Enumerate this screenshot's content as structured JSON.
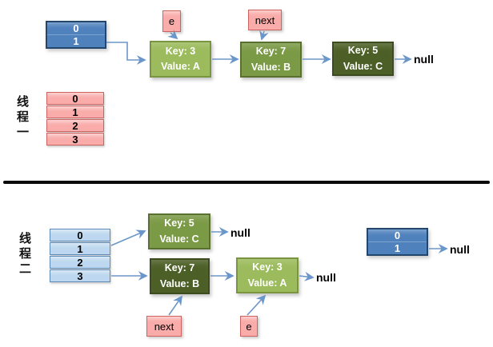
{
  "colors": {
    "dark_blue_fill": "#4f81bd",
    "dark_blue_border": "#24466b",
    "light_blue_fill": "#bcd7ef",
    "light_blue_border": "#5e8ab8",
    "pink_fill": "#f9acaa",
    "pink_border": "#cd6361",
    "green_light_fill": "#9cbb5d",
    "green_light_border": "#7a9540",
    "green_mid_fill": "#7b9a46",
    "green_mid_border": "#5a7030",
    "green_dark_fill": "#4c5f26",
    "green_dark_border": "#3c4c1e",
    "arrow": "#6b96c9",
    "divider": "#0a0a0a",
    "text_light": "#ffffff",
    "text_dark": "#000000"
  },
  "top": {
    "thread_label": "线程一",
    "bucket": {
      "rows": [
        "0",
        "1"
      ]
    },
    "pointer_e": "e",
    "pointer_next": "next",
    "table": {
      "rows": [
        "0",
        "1",
        "2",
        "3"
      ]
    },
    "nodes": [
      {
        "key": "Key: 3",
        "value": "Value: A"
      },
      {
        "key": "Key: 7",
        "value": "Value: B"
      },
      {
        "key": "Key: 5",
        "value": "Value: C"
      }
    ],
    "null_label": "null"
  },
  "bottom": {
    "thread_label": "线程二",
    "table": {
      "rows": [
        "0",
        "1",
        "2",
        "3"
      ]
    },
    "nodes": [
      {
        "key": "Key: 5",
        "value": "Value: C"
      },
      {
        "key": "Key: 7",
        "value": "Value: B"
      },
      {
        "key": "Key: 3",
        "value": "Value: A"
      }
    ],
    "pointer_next": "next",
    "pointer_e": "e",
    "bucket": {
      "rows": [
        "0",
        "1"
      ]
    },
    "null_label": "null"
  }
}
